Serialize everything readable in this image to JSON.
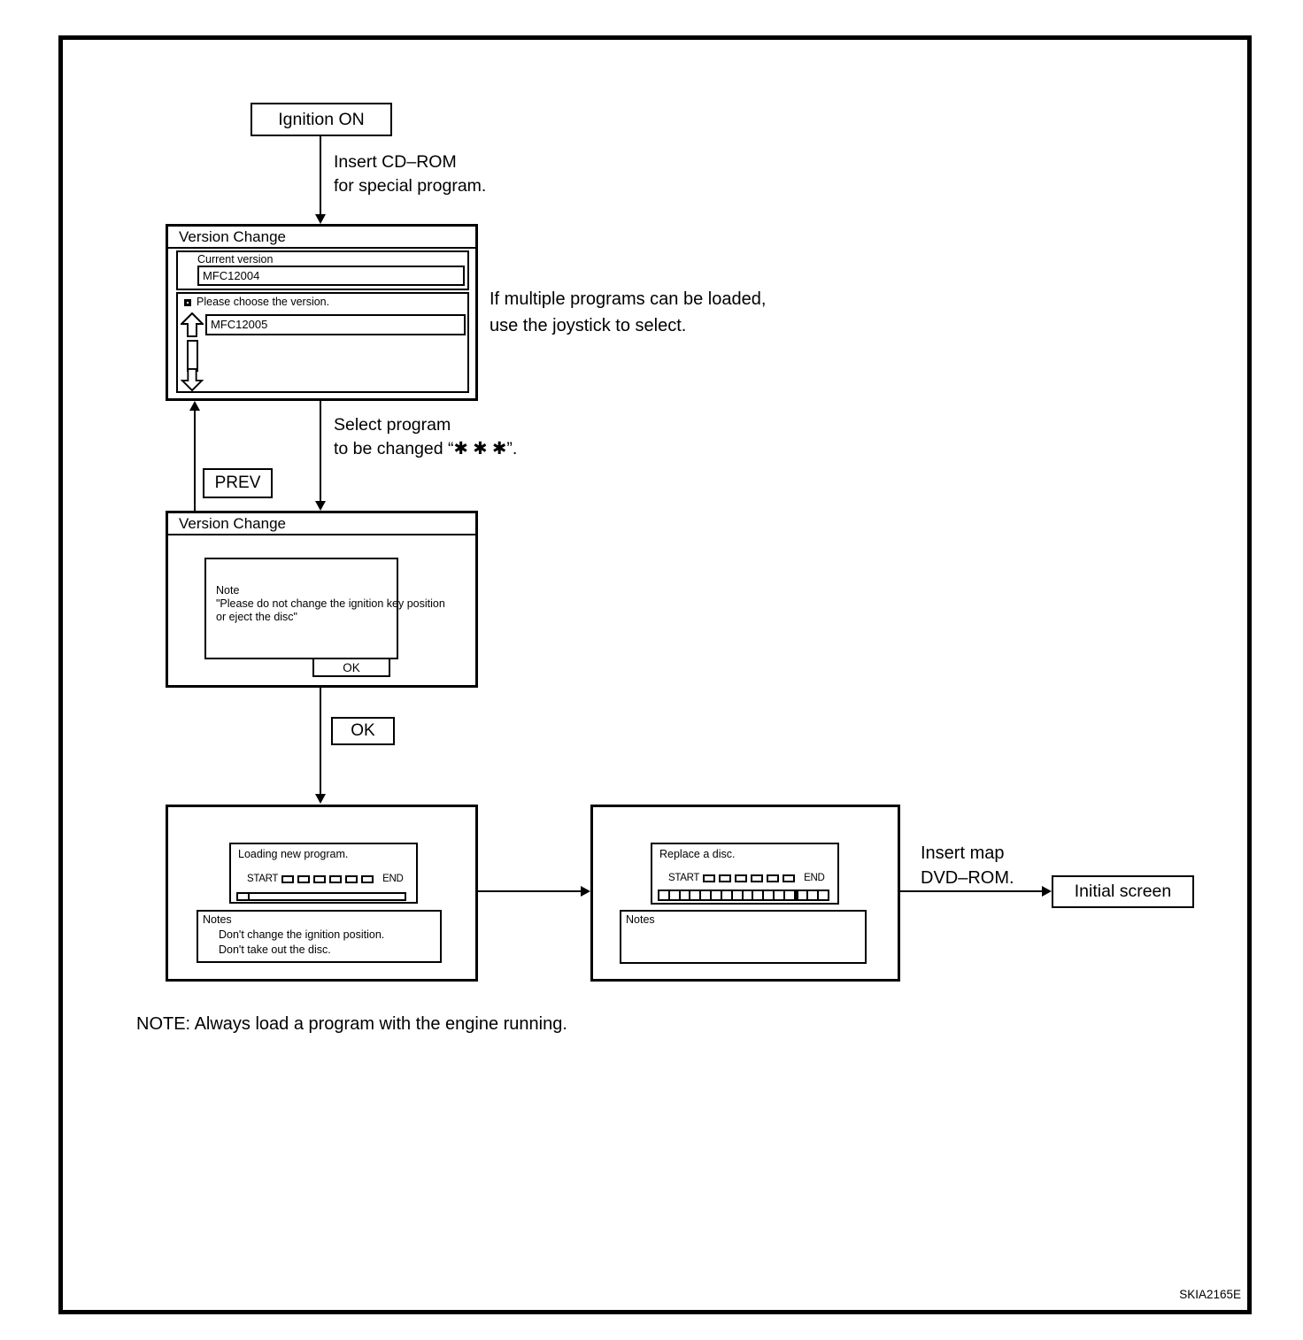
{
  "page": {
    "figure_code": "SKIA2165E",
    "footnote": "NOTE: Always load a program with the engine running."
  },
  "flow": {
    "start_label": "Ignition ON",
    "insert_cd_line1": "Insert CD–ROM",
    "insert_cd_line2": "for special program.",
    "joystick_hint_line1": "If multiple programs can be loaded,",
    "joystick_hint_line2": "use the joystick to select.",
    "select_line1": "Select program",
    "select_line2": "to be changed “✱ ✱ ✱”.",
    "prev_label": "PREV",
    "ok_label": "OK",
    "insert_map_line1": "Insert map",
    "insert_map_line2": "DVD–ROM.",
    "end_label": "Initial screen"
  },
  "version_screen": {
    "title": "Version Change",
    "current_label": "Current version",
    "current_value": "MFC12004",
    "choose_label": "Please choose the version.",
    "choose_value": "MFC12005"
  },
  "note_screen": {
    "title": "Version Change",
    "heading": "Note",
    "line1": "\"Please do not change the ignition key position",
    "line2": "or eject the disc\"",
    "ok_label": "OK"
  },
  "loading_screen": {
    "message": "Loading new program.",
    "start": "START",
    "end": "END",
    "notes_title": "Notes",
    "note1": "Don't change the ignition position.",
    "note2": "Don't take out the disc."
  },
  "replace_screen": {
    "message": "Replace a disc.",
    "start": "START",
    "end": "END",
    "notes_title": "Notes"
  },
  "colors": {
    "ink": "#000000",
    "paper": "#ffffff"
  }
}
